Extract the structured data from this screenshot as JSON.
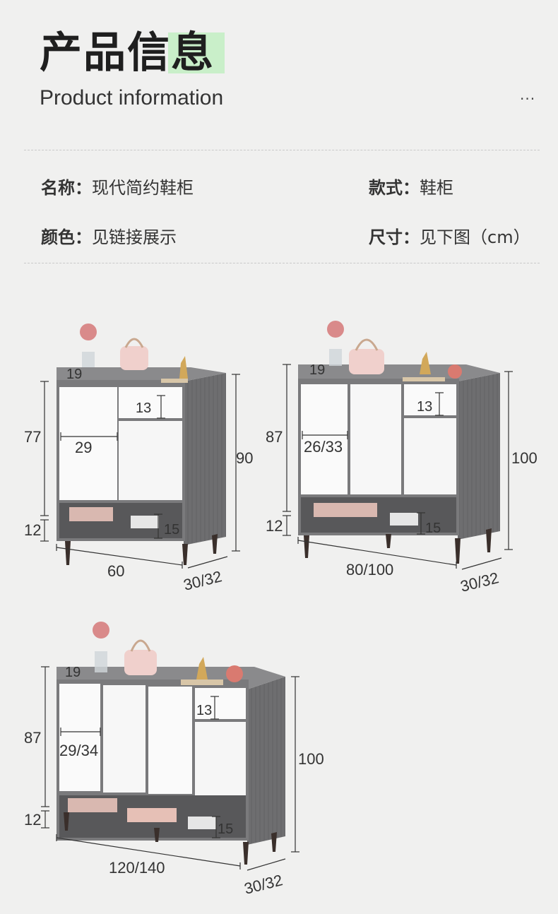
{
  "header": {
    "title_cn": "产品信息",
    "title_en": "Product information",
    "accent_color": "#c9efc9",
    "more_icon": "ellipsis-icon"
  },
  "specs": {
    "name_label": "名称：",
    "name_value": "现代简约鞋柜",
    "style_label": "款式：",
    "style_value": "鞋柜",
    "color_label": "颜色：",
    "color_value": "见链接展示",
    "size_label": "尺寸：",
    "size_value": "见下图（cm）"
  },
  "cabinets": [
    {
      "top_rail": "19",
      "drawer": "13",
      "door_width": "29",
      "upper_height": "77",
      "leg_height": "12",
      "shelf": "15",
      "total_height": "90",
      "width": "60",
      "depth": "30/32"
    },
    {
      "top_rail": "19",
      "drawer": "13",
      "door_width": "26/33",
      "upper_height": "87",
      "leg_height": "12",
      "shelf": "15",
      "total_height": "100",
      "width": "80/100",
      "depth": "30/32"
    },
    {
      "top_rail": "19",
      "drawer": "13",
      "door_width": "29/34",
      "upper_height": "87",
      "leg_height": "12",
      "shelf": "15",
      "total_height": "100",
      "width": "120/140",
      "depth": "30/32"
    }
  ]
}
